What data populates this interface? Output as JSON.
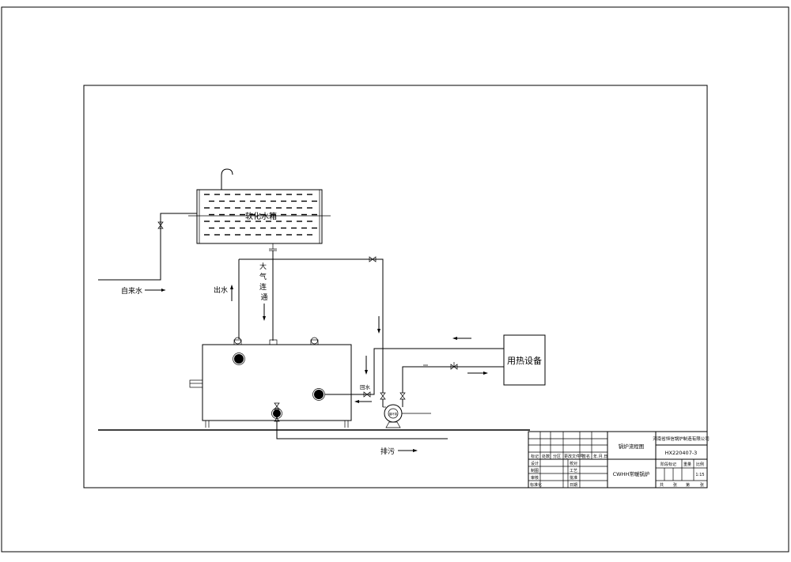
{
  "diagram": {
    "tank_label": "软化水箱",
    "boiler_label": "",
    "heat_equipment_label": "用热设备",
    "tap_water_label": "自来水",
    "water_out_label": "出水",
    "atmosphere_label": "大气连通",
    "return_water_label": "回水",
    "pump_label": "循环泵",
    "blowdown_label": "排污"
  },
  "title_block": {
    "drawing_title": "锅炉流程图",
    "company": "河南省恒信锅炉制造有限公司",
    "drawing_number": "HX220407-3",
    "product": "CWHH常暖锅炉",
    "header_marks": "标记",
    "header_count": "处数",
    "header_zone": "分区",
    "header_change_doc": "更改文件号",
    "header_sign": "签名",
    "header_date": "年.月.日",
    "role_design": "设计",
    "role_draw": "制图",
    "role_check": "审核",
    "role_standard": "标准化",
    "role_proof": "校对",
    "role_process": "工艺",
    "role_approve": "批准",
    "role_date": "日期",
    "stage_mark": "阶段标记",
    "weight": "重量",
    "scale": "比例",
    "scale_value": "1:15",
    "sheets_total": "共",
    "sheets_unit": "张",
    "sheet_no": "第",
    "sheet_unit": "张"
  }
}
